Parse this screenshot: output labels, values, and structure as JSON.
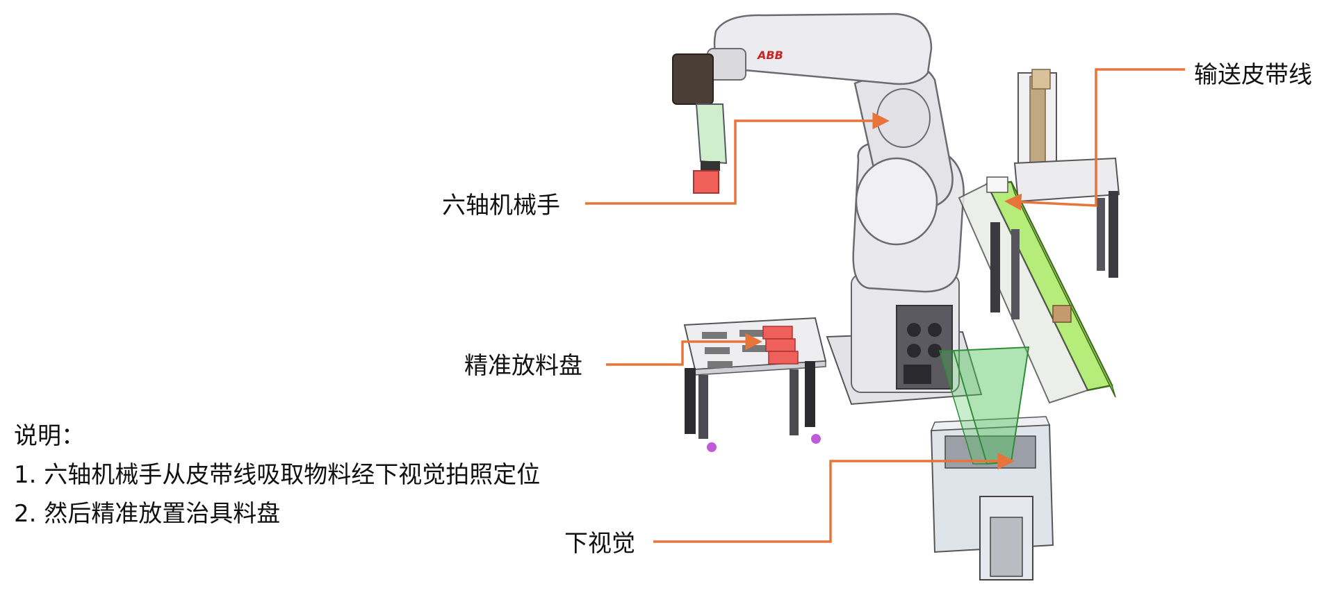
{
  "labels": {
    "robot": "六轴机械手",
    "conveyor": "输送皮带线",
    "tray": "精准放料盘",
    "vision": "下视觉",
    "logo": "ABB"
  },
  "notes": {
    "title": "说明：",
    "line1": "1. 六轴机械手从皮带线吸取物料经下视觉拍照定位",
    "line2": "2. 然后精准放置治具料盘"
  },
  "colors": {
    "arrow": "#e8743b",
    "robot_body": "#e9e9ec",
    "robot_outline": "#6a6a70",
    "belt": "#b5ec7a",
    "vision_beam": "#4fc45a",
    "part": "#f0605a",
    "box": "#dfe3ea"
  }
}
